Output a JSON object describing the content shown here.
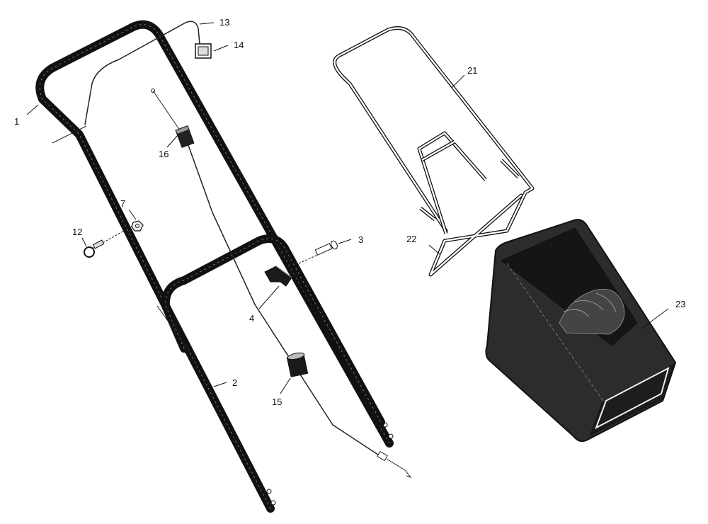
{
  "callouts": {
    "c1": "1",
    "c2": "2",
    "c3": "3",
    "c4": "4",
    "c7": "7",
    "c12": "12",
    "c13": "13",
    "c14": "14",
    "c15": "15",
    "c16": "16",
    "c21": "21",
    "c22": "22",
    "c23": "23"
  }
}
